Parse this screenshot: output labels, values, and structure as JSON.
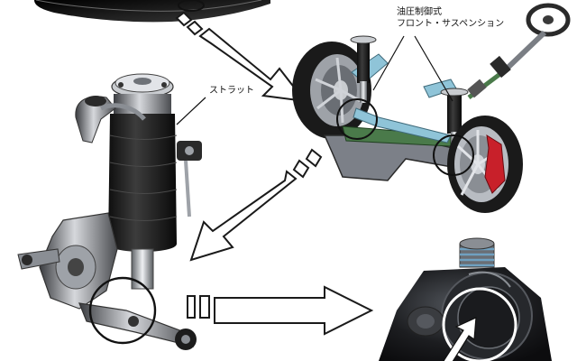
{
  "labels": {
    "front_suspension_line1": "油圧制御式",
    "front_suspension_line2": "フロント・サスペンション",
    "strut": "ストラット"
  },
  "colors": {
    "background": "#ffffff",
    "tire": "#1a1a1a",
    "rim": "#b8bcc2",
    "brake_caliper": "#c8202a",
    "frame_blue": "#8fc4d8",
    "frame_green": "#4a7a4a",
    "metal_dark": "#2a2a2a",
    "metal_mid": "#6e7278",
    "metal_light": "#c9ccd0",
    "thread_blue": "#6fa0c0",
    "arrow_fill": "#ffffff",
    "arrow_stroke": "#1a1a1a"
  }
}
